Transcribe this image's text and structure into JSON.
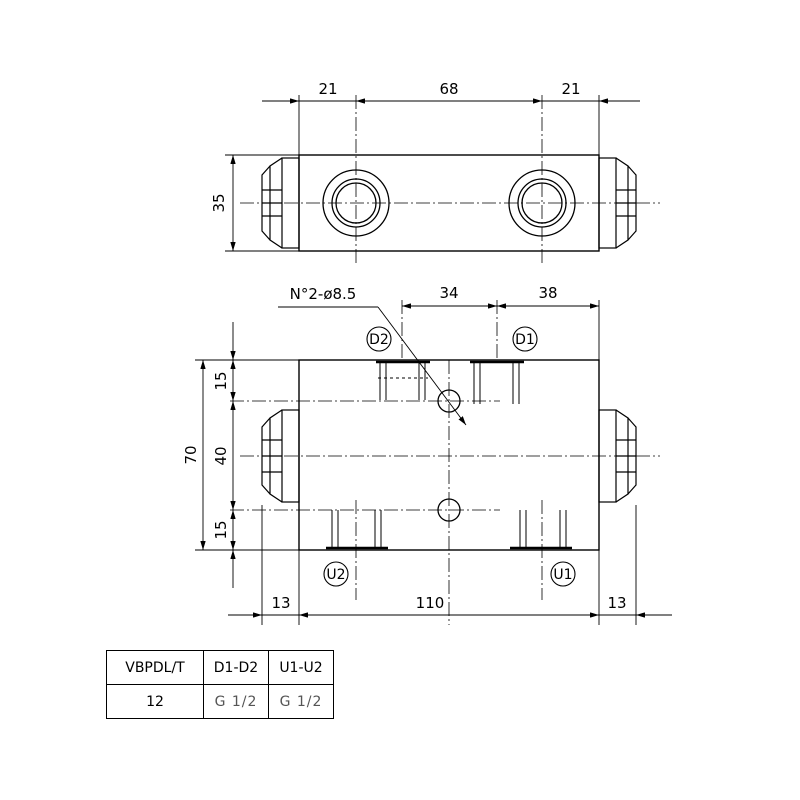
{
  "drawing": {
    "top_view": {
      "dims": {
        "left": "21",
        "middle": "68",
        "right": "21",
        "height": "35"
      }
    },
    "front_view": {
      "hole_note": "N°2-ø8.5",
      "dims": {
        "top_middle": "34",
        "top_right": "38",
        "v_top": "15",
        "v_middle": "40",
        "v_bottom": "15",
        "v_total": "70",
        "bottom_left": "13",
        "bottom_middle": "110",
        "bottom_right": "13"
      },
      "ports": {
        "d2": "D2",
        "d1": "D1",
        "u2": "U2",
        "u1": "U1"
      }
    }
  },
  "table": {
    "headers": [
      "VBPDL/T",
      "D1-D2",
      "U1-U2"
    ],
    "rows": [
      [
        "12",
        "G 1/2",
        "G 1/2"
      ]
    ]
  }
}
